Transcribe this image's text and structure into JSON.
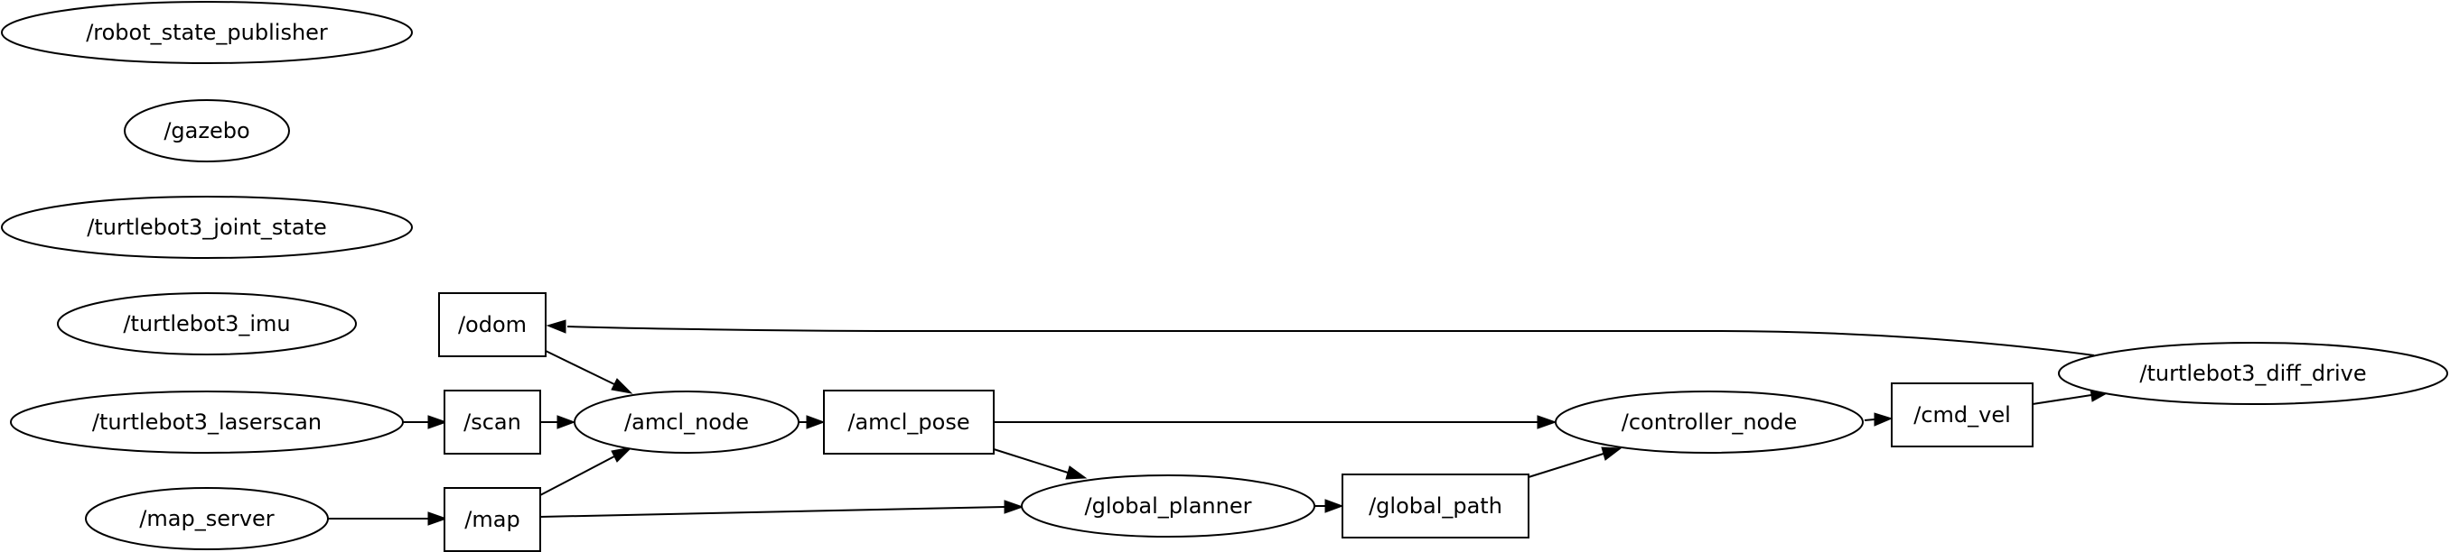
{
  "graph": {
    "nodes": {
      "robot_state_publisher": "/robot_state_publisher",
      "gazebo": "/gazebo",
      "turtlebot3_joint_state": "/turtlebot3_joint_state",
      "turtlebot3_imu": "/turtlebot3_imu",
      "turtlebot3_laserscan": "/turtlebot3_laserscan",
      "map_server": "/map_server",
      "odom": "/odom",
      "scan": "/scan",
      "map": "/map",
      "amcl_node": "/amcl_node",
      "amcl_pose": "/amcl_pose",
      "global_planner": "/global_planner",
      "global_path": "/global_path",
      "controller_node": "/controller_node",
      "cmd_vel": "/cmd_vel",
      "turtlebot3_diff_drive": "/turtlebot3_diff_drive"
    },
    "edges": [
      [
        "turtlebot3_laserscan",
        "scan"
      ],
      [
        "scan",
        "amcl_node"
      ],
      [
        "odom",
        "amcl_node"
      ],
      [
        "map",
        "amcl_node"
      ],
      [
        "map_server",
        "map"
      ],
      [
        "map",
        "global_planner"
      ],
      [
        "amcl_node",
        "amcl_pose"
      ],
      [
        "amcl_pose",
        "global_planner"
      ],
      [
        "amcl_pose",
        "controller_node"
      ],
      [
        "global_planner",
        "global_path"
      ],
      [
        "global_path",
        "controller_node"
      ],
      [
        "controller_node",
        "cmd_vel"
      ],
      [
        "cmd_vel",
        "turtlebot3_diff_drive"
      ],
      [
        "turtlebot3_diff_drive",
        "odom"
      ]
    ]
  }
}
